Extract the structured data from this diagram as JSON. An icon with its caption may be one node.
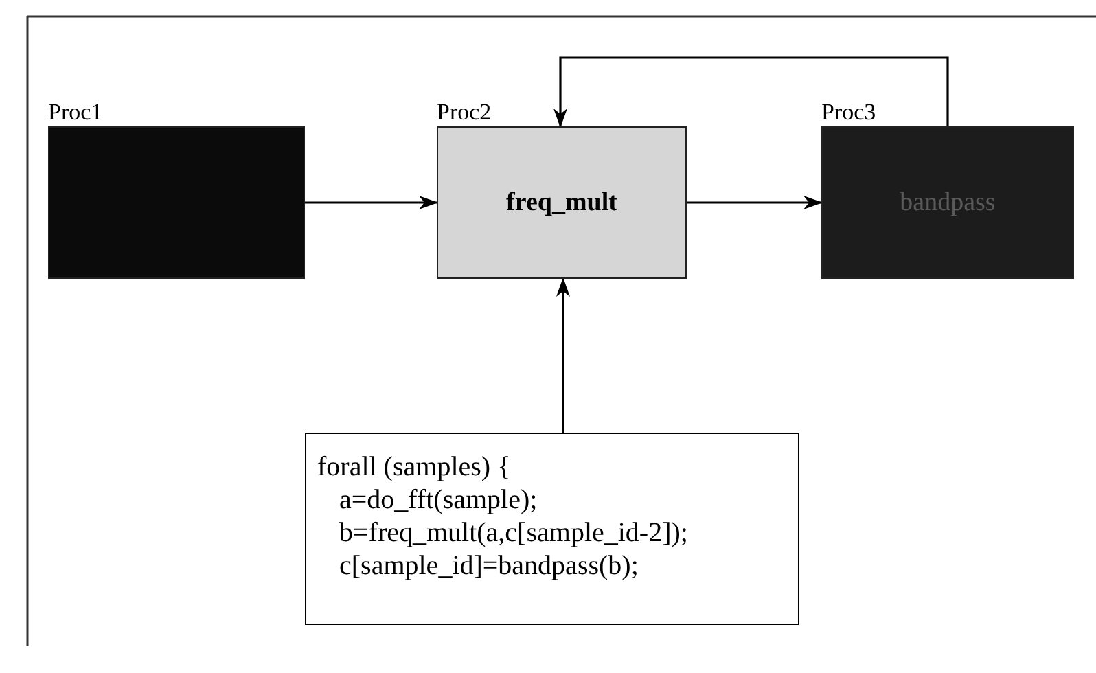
{
  "diagram": {
    "nodes": [
      {
        "text": [
          "Proc1"
        ]
      },
      {
        "text": [
          "Proc2",
          "freq_mult"
        ]
      },
      {
        "text": [
          "Proc3",
          "bandpass"
        ]
      },
      {
        "text": [
          "forall (samples) {",
          "a=do_fft(sample);",
          "b=freq_mult(a,c[sample_id-2]);",
          "c[sample_id]=bandpass(b);"
        ]
      }
    ],
    "edges": [
      {
        "from": 0,
        "to": 1,
        "arrow": "to"
      },
      {
        "from": 1,
        "to": 2,
        "arrow": "to"
      },
      {
        "from": 2,
        "to": 1,
        "arrow": "to"
      },
      {
        "from": 3,
        "to": 1,
        "arrow": "to"
      }
    ]
  }
}
